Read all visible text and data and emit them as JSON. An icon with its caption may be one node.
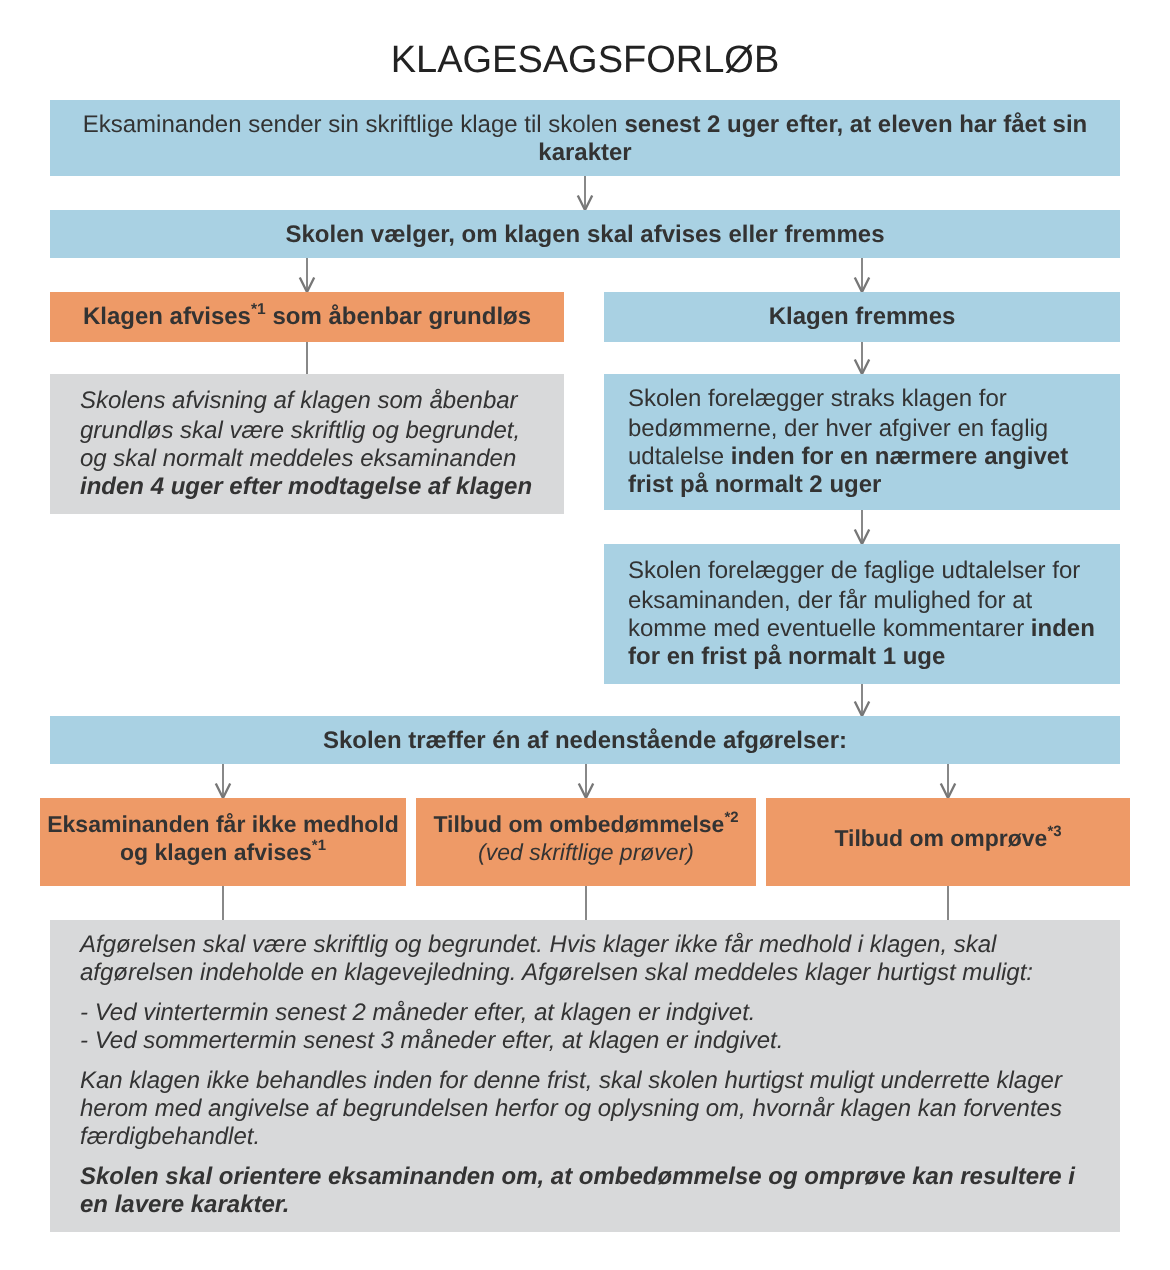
{
  "diagram": {
    "title": "KLAGESAGSFORLØB",
    "nodes": [
      {
        "text": [
          "Eksaminanden sender sin skriftlige klage til skolen **senest 2 uger efter, at eleven har fået sin karakter**"
        ]
      },
      {
        "text": [
          "Skolen vælger, om klagen skal afvises eller fremmes"
        ]
      },
      {
        "text": [
          "Klagen afvises$^{*1}$ som åbenbar grundløs"
        ]
      },
      {
        "text": [
          "Klagen fremmes"
        ]
      },
      {
        "text": [
          "Skolens afvisning af klagen som åbenbar grundløs skal være skriftlig og begrundet, og skal normalt meddeles eksaminanden **inden 4 uger efter modtagelse af klagen**"
        ]
      },
      {
        "text": [
          "Skolen forelægger straks klagen for bedømmerne, der hver afgiver en faglig udtalelse **inden for en nærmere angivet frist på normalt 2 uger**"
        ]
      },
      {
        "text": [
          "Skolen forelægger de faglige udtalelser for eksaminanden, der får mulighed for at komme med eventuelle kommentarer **inden for en frist på normalt 1 uge**"
        ]
      },
      {
        "text": [
          "Skolen træffer én af nedenstående afgørelser:"
        ]
      },
      {
        "text": [
          "Eksaminanden får ikke medhold og klagen afvises$^{*1}$"
        ]
      },
      {
        "text": [
          "Tilbud om ombedømmelse$^{*2}$",
          "*(ved skriftlige prøver)*"
        ]
      },
      {
        "text": [
          "Tilbud om omprøve$^{*3}$"
        ]
      },
      {
        "text": [
          "Afgørelsen skal være skriftlig og begrundet. Hvis klager ikke får medhold i klagen, skal afgørelsen indeholde en klagevejledning. Afgørelsen skal meddeles klager hurtigst muligt:",
          "- Ved vintertermin senest 2 måneder efter, at klagen er indgivet.",
          "- Ved sommertermin senest 3 måneder efter, at klagen er indgivet.",
          "Kan klagen ikke behandles inden for denne frist, skal skolen hurtigst muligt underrette klager herom med angivelse af begrundelsen herfor og oplysning om, hvornår klagen kan forventes færdigbehandlet.",
          "**Skolen skal orientere eksaminanden om, at ombedømmelse og omprøve kan resultere i en lavere karakter.**"
        ]
      }
    ],
    "edges": [
      {
        "from": 0,
        "to": 1,
        "arrow": "to"
      },
      {
        "from": 1,
        "to": 2,
        "arrow": "to"
      },
      {
        "from": 1,
        "to": 3,
        "arrow": "to"
      },
      {
        "from": 2,
        "to": 4,
        "arrow": "none"
      },
      {
        "from": 3,
        "to": 5,
        "arrow": "to"
      },
      {
        "from": 5,
        "to": 6,
        "arrow": "to"
      },
      {
        "from": 6,
        "to": 7,
        "arrow": "to"
      },
      {
        "from": 7,
        "to": 8,
        "arrow": "to"
      },
      {
        "from": 7,
        "to": 9,
        "arrow": "to"
      },
      {
        "from": 7,
        "to": 10,
        "arrow": "to"
      },
      {
        "from": 8,
        "to": 11,
        "arrow": "none"
      },
      {
        "from": 9,
        "to": 11,
        "arrow": "none"
      },
      {
        "from": 10,
        "to": 11,
        "arrow": "none"
      }
    ]
  }
}
